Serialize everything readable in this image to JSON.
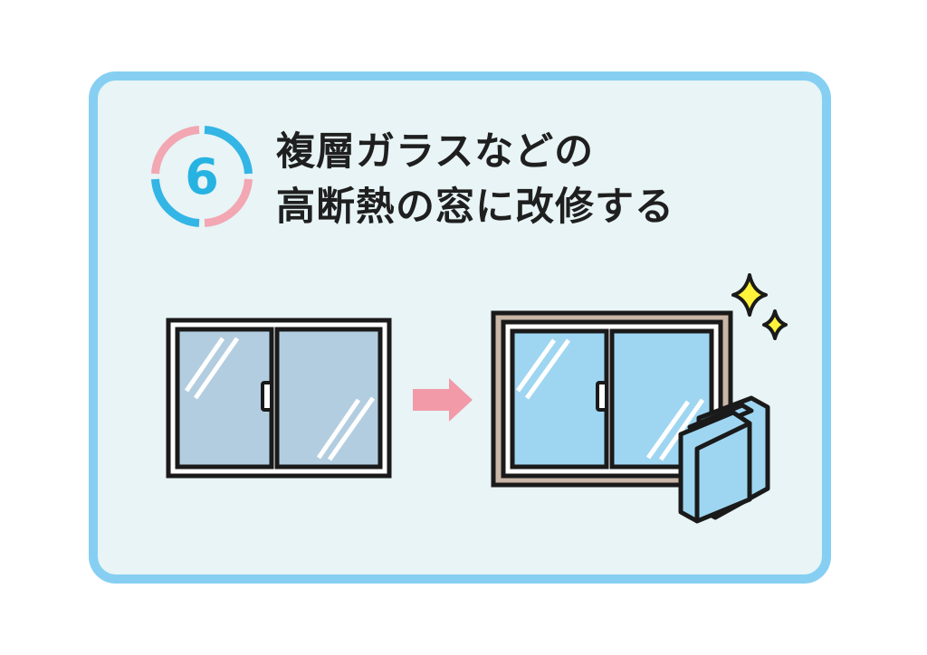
{
  "badge": {
    "number": "6",
    "ring_colors": {
      "blue": "#33b5e5",
      "pink": "#f2a7b3"
    },
    "number_color": "#27b3e2"
  },
  "title": {
    "line1": "複層ガラスなどの",
    "line2": "高断熱の窓に改修する"
  },
  "colors": {
    "frame_border": "#86cff2",
    "card_bg": "#e8f4f5",
    "glass_old": "#b3cde0",
    "glass_new": "#9ed6f2",
    "new_frame": "#c9b6a6",
    "arrow": "#f29aa8",
    "sparkle": "#fff23a",
    "outline": "#1a1a1a"
  },
  "icons": {
    "old_window": "single-glazed-window-icon",
    "arrow": "arrow-right-icon",
    "new_window": "double-glazed-window-icon",
    "glass_pane": "double-glass-pane-icon",
    "sparkles": "sparkle-icon"
  }
}
